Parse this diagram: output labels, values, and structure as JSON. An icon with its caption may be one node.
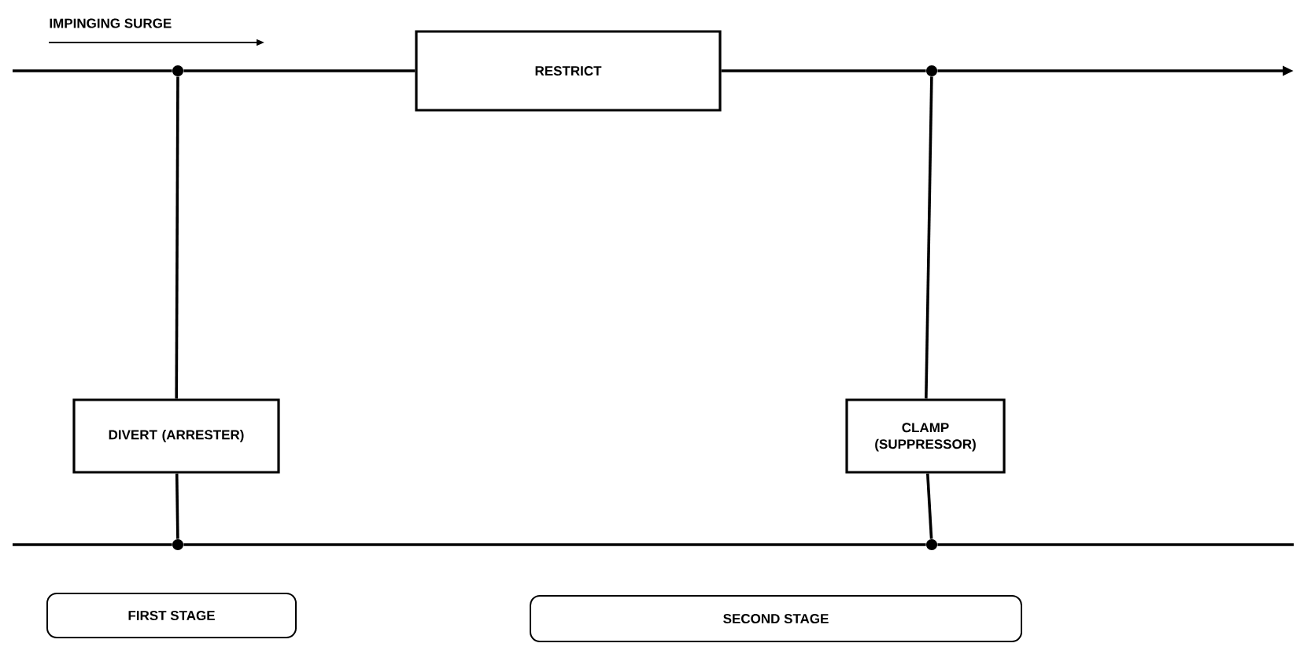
{
  "diagram": {
    "nodes": [
      {
        "text": [
          "RESTRICT"
        ]
      },
      {
        "text": [
          "DIVERT (ARRESTER)"
        ]
      },
      {
        "text": [
          "CLAMP (SUPPRESSOR)"
        ]
      },
      {
        "text": [
          "FIRST STAGE"
        ]
      },
      {
        "text": [
          "SECOND STAGE"
        ]
      },
      {
        "text": [],
        "shape": "circle"
      },
      {
        "text": [],
        "shape": "circle"
      },
      {
        "text": [],
        "shape": "circle"
      },
      {
        "text": [],
        "shape": "circle"
      }
    ],
    "edges": [
      {
        "from": null,
        "to": 5,
        "arrow": "none"
      },
      {
        "from": 5,
        "to": 0,
        "arrow": "none"
      },
      {
        "from": 0,
        "to": 6,
        "arrow": "none"
      },
      {
        "from": 6,
        "to": null,
        "arrow": "to"
      },
      {
        "from": 5,
        "to": 1,
        "arrow": "none"
      },
      {
        "from": 1,
        "to": 7,
        "arrow": "none"
      },
      {
        "from": 6,
        "to": 2,
        "arrow": "none"
      },
      {
        "from": 2,
        "to": 8,
        "arrow": "none"
      },
      {
        "from": null,
        "to": 7,
        "arrow": "none"
      },
      {
        "from": 7,
        "to": 8,
        "arrow": "none"
      },
      {
        "from": 8,
        "to": null,
        "arrow": "none"
      }
    ],
    "labels": [
      "IMPINGING SURGE"
    ]
  }
}
